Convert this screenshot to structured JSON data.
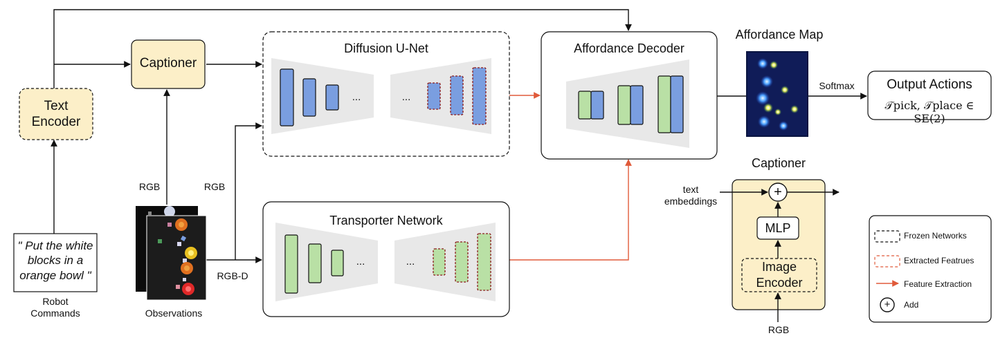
{
  "text_encoder": {
    "line1": "Text",
    "line2": "Encoder"
  },
  "captioner": {
    "label": "Captioner"
  },
  "diffusion_unet": {
    "title": "Diffusion U-Net"
  },
  "transporter": {
    "title": "Transporter Network"
  },
  "affordance_decoder": {
    "title": "Affordance Decoder"
  },
  "affordance_map": {
    "title": "Affordance Map"
  },
  "softmax": {
    "label": "Softmax"
  },
  "output_actions": {
    "title": "Output Actions",
    "formula": "𝒯pick, 𝒯place ∈ SE(2)"
  },
  "command": {
    "line1": "\" Put the white",
    "line2": "blocks in a",
    "line3": "orange bowl \"",
    "caption_line1": "Robot",
    "caption_line2": "Commands"
  },
  "observations": {
    "caption": "Observations"
  },
  "edge_labels": {
    "rgb_left": "RGB",
    "rgb_right": "RGB",
    "rgbd": "RGB-D"
  },
  "ellipsis": "...",
  "captioner_detail": {
    "title": "Captioner",
    "text_embeddings_line1": "text",
    "text_embeddings_line2": "embeddings",
    "mlp": "MLP",
    "image_encoder_line1": "Image",
    "image_encoder_line2": "Encoder",
    "rgb": "RGB",
    "add_symbol": "+"
  },
  "legend": {
    "frozen": "Frozen Networks",
    "extracted": "Extracted Featrues",
    "feature_extraction": "Feature Extraction",
    "add": "Add",
    "add_symbol": "+"
  },
  "colors": {
    "blue_block": "#7a9ee0",
    "green_block": "#b9e0a5",
    "captioner_fill": "#fcefc8",
    "red_arrow": "#e05a3a",
    "trapezoid": "#e8e8e8"
  }
}
